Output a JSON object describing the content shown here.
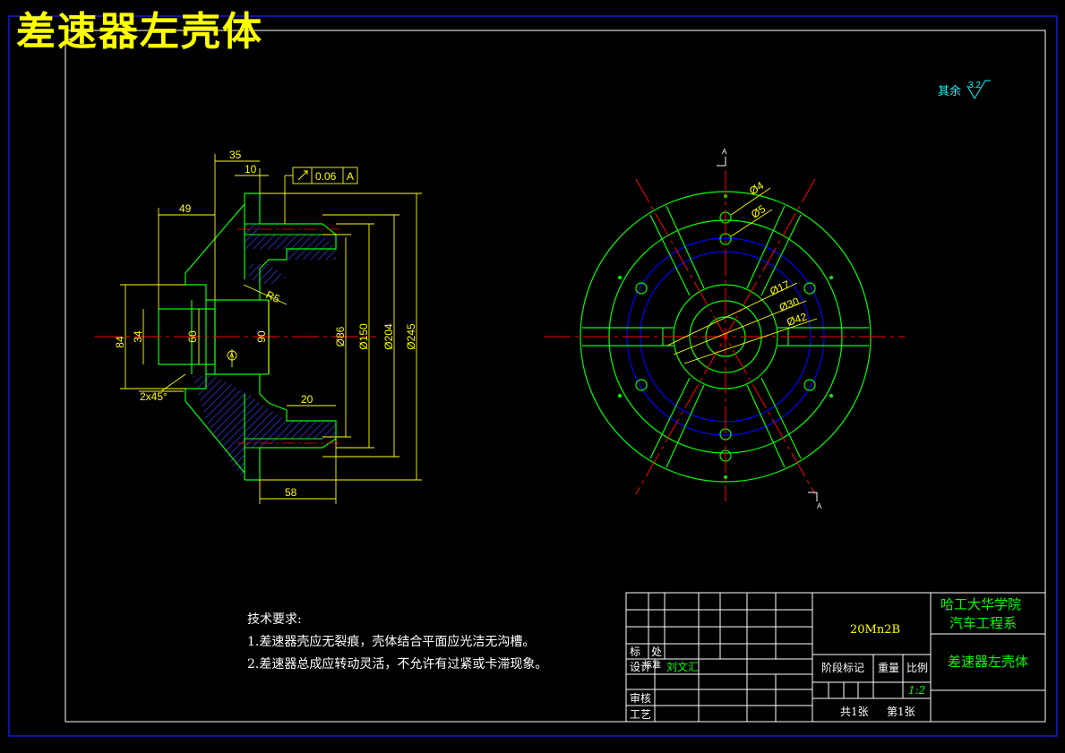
{
  "title": "差速器左壳体",
  "roughness": {
    "label": "其余",
    "value": "3.2"
  },
  "tolerance_frame": {
    "value": "0.06",
    "datum": "A"
  },
  "datum_symbol": "A",
  "section_marks": [
    "A",
    "A"
  ],
  "dims_side": {
    "d35": "35",
    "d10": "10",
    "d49": "49",
    "r5": "R5",
    "d84": "84",
    "d34": "34",
    "d60": "60",
    "d90": "90",
    "chamfer": "2x45°",
    "d58": "58",
    "d20": "20",
    "dia86": "Ø86",
    "dia150": "Ø150",
    "dia204": "Ø204",
    "dia245": "Ø245"
  },
  "dims_front": {
    "dia4": "Ø4",
    "dia5": "Ø5",
    "dia17": "Ø17",
    "dia30": "Ø30",
    "dia42": "Ø42"
  },
  "notes": {
    "heading": "技术要求:",
    "items": [
      "1.差速器壳应无裂痕，壳体结合平面应光洁无沟槽。",
      "2.差速器总成应转动灵活，不允许有过紧或卡滞现象。"
    ]
  },
  "title_block": {
    "material": "20Mn2B",
    "school_line1": "哈工大华学院",
    "school_line2": "汽车工程系",
    "part_name": "差速器左壳体",
    "label_biaoji": "标",
    "label_chushu": "处",
    "label_sheji": "设计",
    "label_biaozhun": "标准",
    "designer": "刘文汇",
    "label_shenhe": "审核",
    "label_gongyi": "工艺",
    "label_stage": "阶段标记",
    "label_weight": "重量",
    "label_scale": "比例",
    "scale_value": "1:2",
    "sheets_total": "共1张",
    "sheet_no": "第1张"
  }
}
